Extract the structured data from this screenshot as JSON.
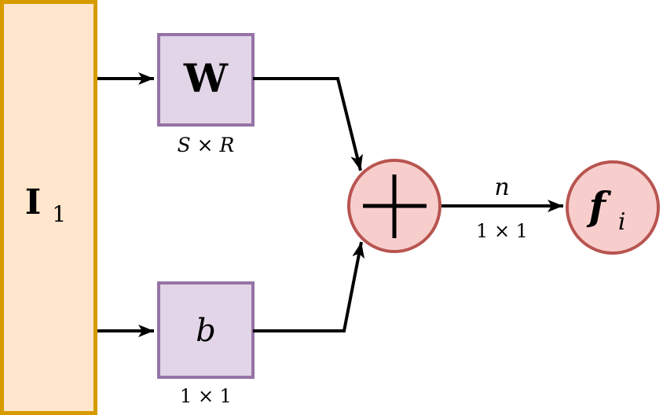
{
  "diagram": {
    "input": {
      "label_main": "I",
      "label_sub": "1"
    },
    "weight": {
      "label": "W",
      "dims": "S × R"
    },
    "bias": {
      "label": "b",
      "dims": "1 × 1"
    },
    "sum": {
      "symbol": "+"
    },
    "net_input": {
      "label": "n",
      "dims": "1 × 1"
    },
    "activation": {
      "label_main": "f",
      "label_sub": "i"
    },
    "colors": {
      "input_fill": "#FFE6CC",
      "input_stroke": "#D79B00",
      "matrix_fill": "#E1D5E7",
      "matrix_stroke": "#9673A6",
      "node_fill": "#F8CECC",
      "node_stroke": "#B85450",
      "line": "#000000"
    }
  }
}
